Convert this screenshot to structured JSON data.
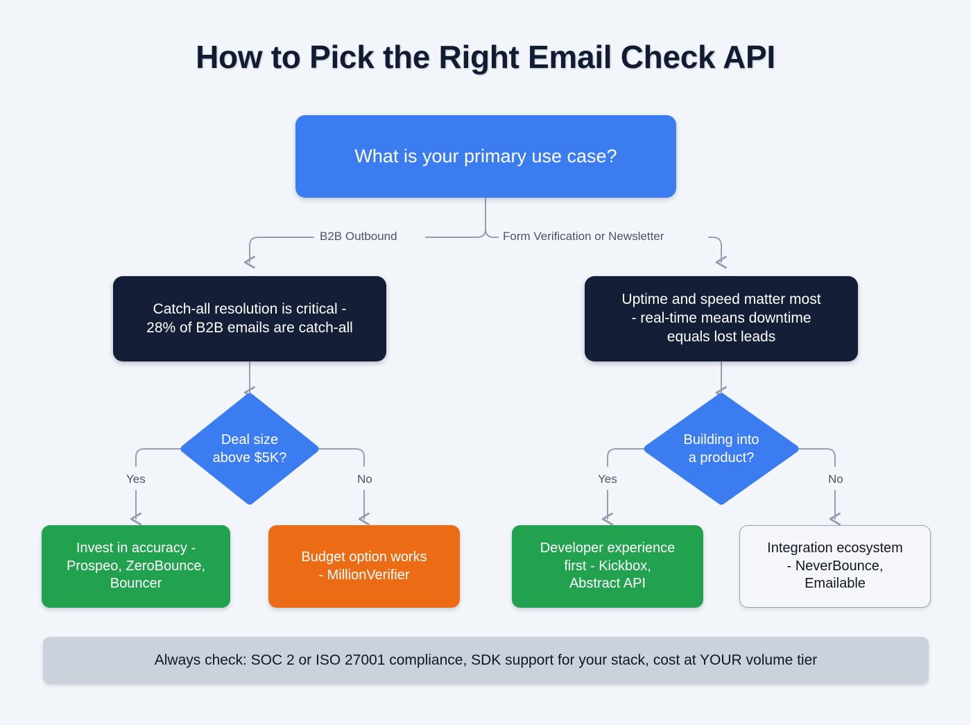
{
  "page": {
    "title": "How to Pick the Right Email Check API",
    "background_color": "#f2f5f9"
  },
  "colors": {
    "root_blue": "#3b7df0",
    "dark_navy": "#141f37",
    "green": "#22a14f",
    "orange": "#ec6b15",
    "outline_border": "#98a3b4",
    "footer_bg": "#ccd2dc",
    "connector": "#94a0b0",
    "title_text": "#111c33"
  },
  "flowchart": {
    "type": "decision-tree",
    "root": {
      "id": "root",
      "label": "What is your primary use case?",
      "shape": "rounded-rect",
      "color": "#3b7df0"
    },
    "branch_labels": {
      "left": "B2B Outbound",
      "right": "Form Verification or Newsletter"
    },
    "left_branch": {
      "context": {
        "id": "left-context",
        "label": "Catch-all resolution is critical - 28% of B2B emails are catch-all",
        "line1": "Catch-all resolution is critical -",
        "line2": "28% of B2B emails are catch-all",
        "shape": "rounded-rect",
        "color": "#141f37"
      },
      "decision": {
        "id": "left-decision",
        "label": "Deal size above $5K?",
        "line1": "Deal size",
        "line2": "above $5K?",
        "shape": "diamond",
        "color": "#3b7df0"
      },
      "yes_label": "Yes",
      "no_label": "No",
      "yes_outcome": {
        "id": "left-yes",
        "label": "Invest in accuracy - Prospeo, ZeroBounce, Bouncer",
        "line1": "Invest in accuracy -",
        "line2": "Prospeo, ZeroBounce,",
        "line3": "Bouncer",
        "shape": "rounded-rect",
        "color": "#22a14f"
      },
      "no_outcome": {
        "id": "left-no",
        "label": "Budget option works - MillionVerifier",
        "line1": "Budget option works",
        "line2": "- MillionVerifier",
        "shape": "rounded-rect",
        "color": "#ec6b15"
      }
    },
    "right_branch": {
      "context": {
        "id": "right-context",
        "label": "Uptime and speed matter most - real-time means downtime equals lost leads",
        "line1": "Uptime and speed matter most",
        "line2": "- real-time means downtime",
        "line3": "equals lost leads",
        "shape": "rounded-rect",
        "color": "#141f37"
      },
      "decision": {
        "id": "right-decision",
        "label": "Building into a product?",
        "line1": "Building into",
        "line2": "a product?",
        "shape": "diamond",
        "color": "#3b7df0"
      },
      "yes_label": "Yes",
      "no_label": "No",
      "yes_outcome": {
        "id": "right-yes",
        "label": "Developer experience first - Kickbox, Abstract API",
        "line1": "Developer experience",
        "line2": "first - Kickbox,",
        "line3": "Abstract API",
        "shape": "rounded-rect",
        "color": "#22a14f"
      },
      "no_outcome": {
        "id": "right-no",
        "label": "Integration ecosystem - NeverBounce, Emailable",
        "line1": "Integration ecosystem",
        "line2": "- NeverBounce,",
        "line3": "Emailable",
        "shape": "rounded-rect-outline",
        "color": "#f4f6fa"
      }
    }
  },
  "footer": {
    "text": "Always check: SOC 2 or ISO 27001 compliance, SDK support for your stack, cost at YOUR volume tier"
  }
}
